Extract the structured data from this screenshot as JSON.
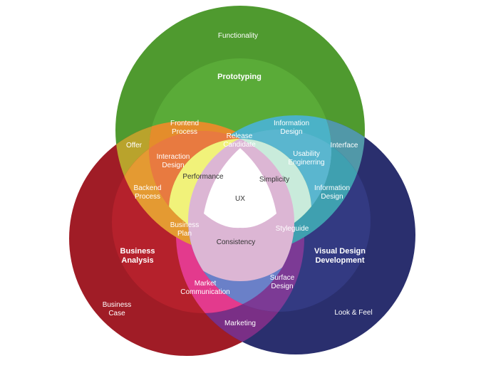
{
  "prototyping": {
    "title": "Prototyping",
    "functionality": "Functionality"
  },
  "business": {
    "title": [
      "Business",
      "Analysis"
    ],
    "case": [
      "Business",
      "Case"
    ]
  },
  "visual": {
    "title": [
      "Visual Design",
      "Development"
    ],
    "look_feel": "Look & Feel"
  },
  "labels": {
    "offer": "Offer",
    "frontend": [
      "Frontend",
      "Process"
    ],
    "release": [
      "Release",
      "Candidate"
    ],
    "info_design_top": [
      "Information",
      "Design"
    ],
    "interface": "Interface",
    "interaction": [
      "Interaction",
      "Design"
    ],
    "usability": [
      "Usability",
      "Enginerring"
    ],
    "performance": "Performance",
    "simplicity": "Simplicity",
    "backend": [
      "Backend",
      "Process"
    ],
    "info_design_right": [
      "Information",
      "Design"
    ],
    "ux": "UX",
    "business_plan": [
      "Business",
      "Plan"
    ],
    "styleguide": "Styleguide",
    "consistency": "Consistency",
    "market": [
      "Market",
      "Communication"
    ],
    "surface": [
      "Surface",
      "Design"
    ],
    "marketing": "Marketing"
  },
  "colors": {
    "green_outer": "#4f9a2f",
    "green_inner": "#5aab38",
    "red_outer": "#a01c26",
    "red_inner": "#b5212c",
    "blue_outer": "#2a2f6e",
    "blue_inner": "#333a82"
  }
}
